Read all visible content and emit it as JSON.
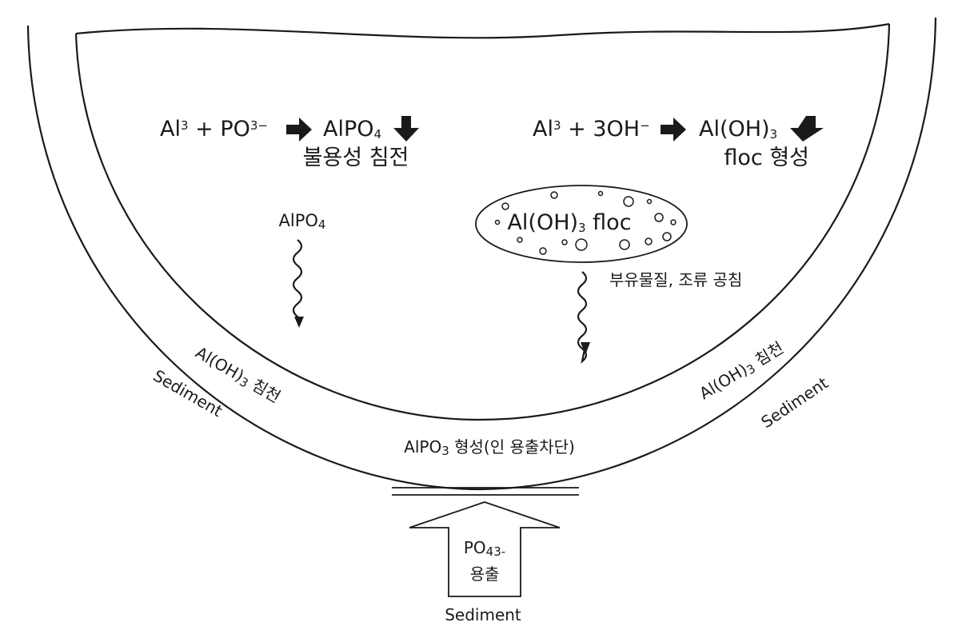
{
  "reaction_left": {
    "lhs_a": "Al",
    "lhs_a_sup": "3",
    "lhs_mid": " + PO",
    "lhs_b_sup": "3−",
    "product": "AlPO",
    "product_sub": "4",
    "caption": "불용성 침전"
  },
  "reaction_right": {
    "lhs_a": "Al",
    "lhs_a_sup": "3",
    "lhs_mid": " + 3OH",
    "lhs_b_sup": "−",
    "product": "Al(OH)",
    "product_sub": "3",
    "caption": "floc 형성"
  },
  "settling_left": {
    "label": "AlPO",
    "label_sub": "4"
  },
  "floc": {
    "label": "Al(OH)",
    "label_sub": "3",
    "label_tail": " floc"
  },
  "settling_right": {
    "label": "부유물질, 조류 공침"
  },
  "sediment_layer": {
    "left_precip": "Al(OH)",
    "left_precip_sub": "3",
    "left_precip_tail": " 침천",
    "right_precip": "Al(OH)",
    "right_precip_sub": "3",
    "right_precip_tail": " 침천",
    "left_label": "Sediment",
    "right_label": "Sediment",
    "bottom": "AlPO",
    "bottom_sub": "3",
    "bottom_tail": " 형성(인 용출차단)"
  },
  "release_arrow": {
    "line1": "PO",
    "line1_sub": "43-",
    "line2": "용출",
    "below": "Sediment"
  }
}
